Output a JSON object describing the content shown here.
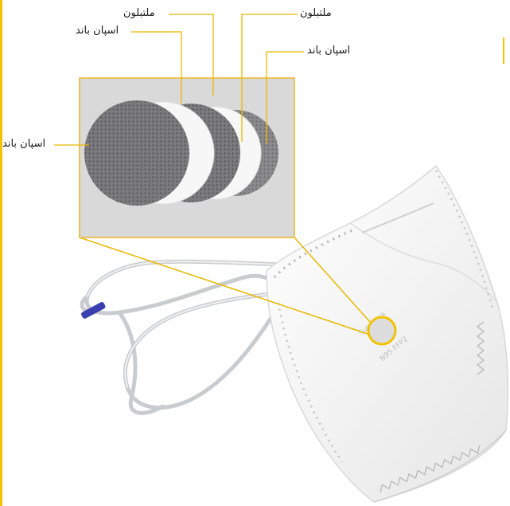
{
  "labels": {
    "meltblown_top": "ملتبلون",
    "meltblown_mid": "ملتبلون",
    "spunbond_upper": "اسپان باند",
    "spunbond_right": "اسپان باند",
    "spunbond_left": "اسپان باند"
  },
  "mask_print": [
    "Sunmask",
    "N95 FFP2"
  ],
  "colors": {
    "accent_border": "#f2c200",
    "leader_line": "#e8b800",
    "panel_fill": "#d9d9d9",
    "panel_border": "#eac25a",
    "carbon_layer": "#7d7d80",
    "white_layer": "#f7f7f7",
    "mask": "#f4f4f4",
    "strap_clip": "#3a3fb0"
  }
}
